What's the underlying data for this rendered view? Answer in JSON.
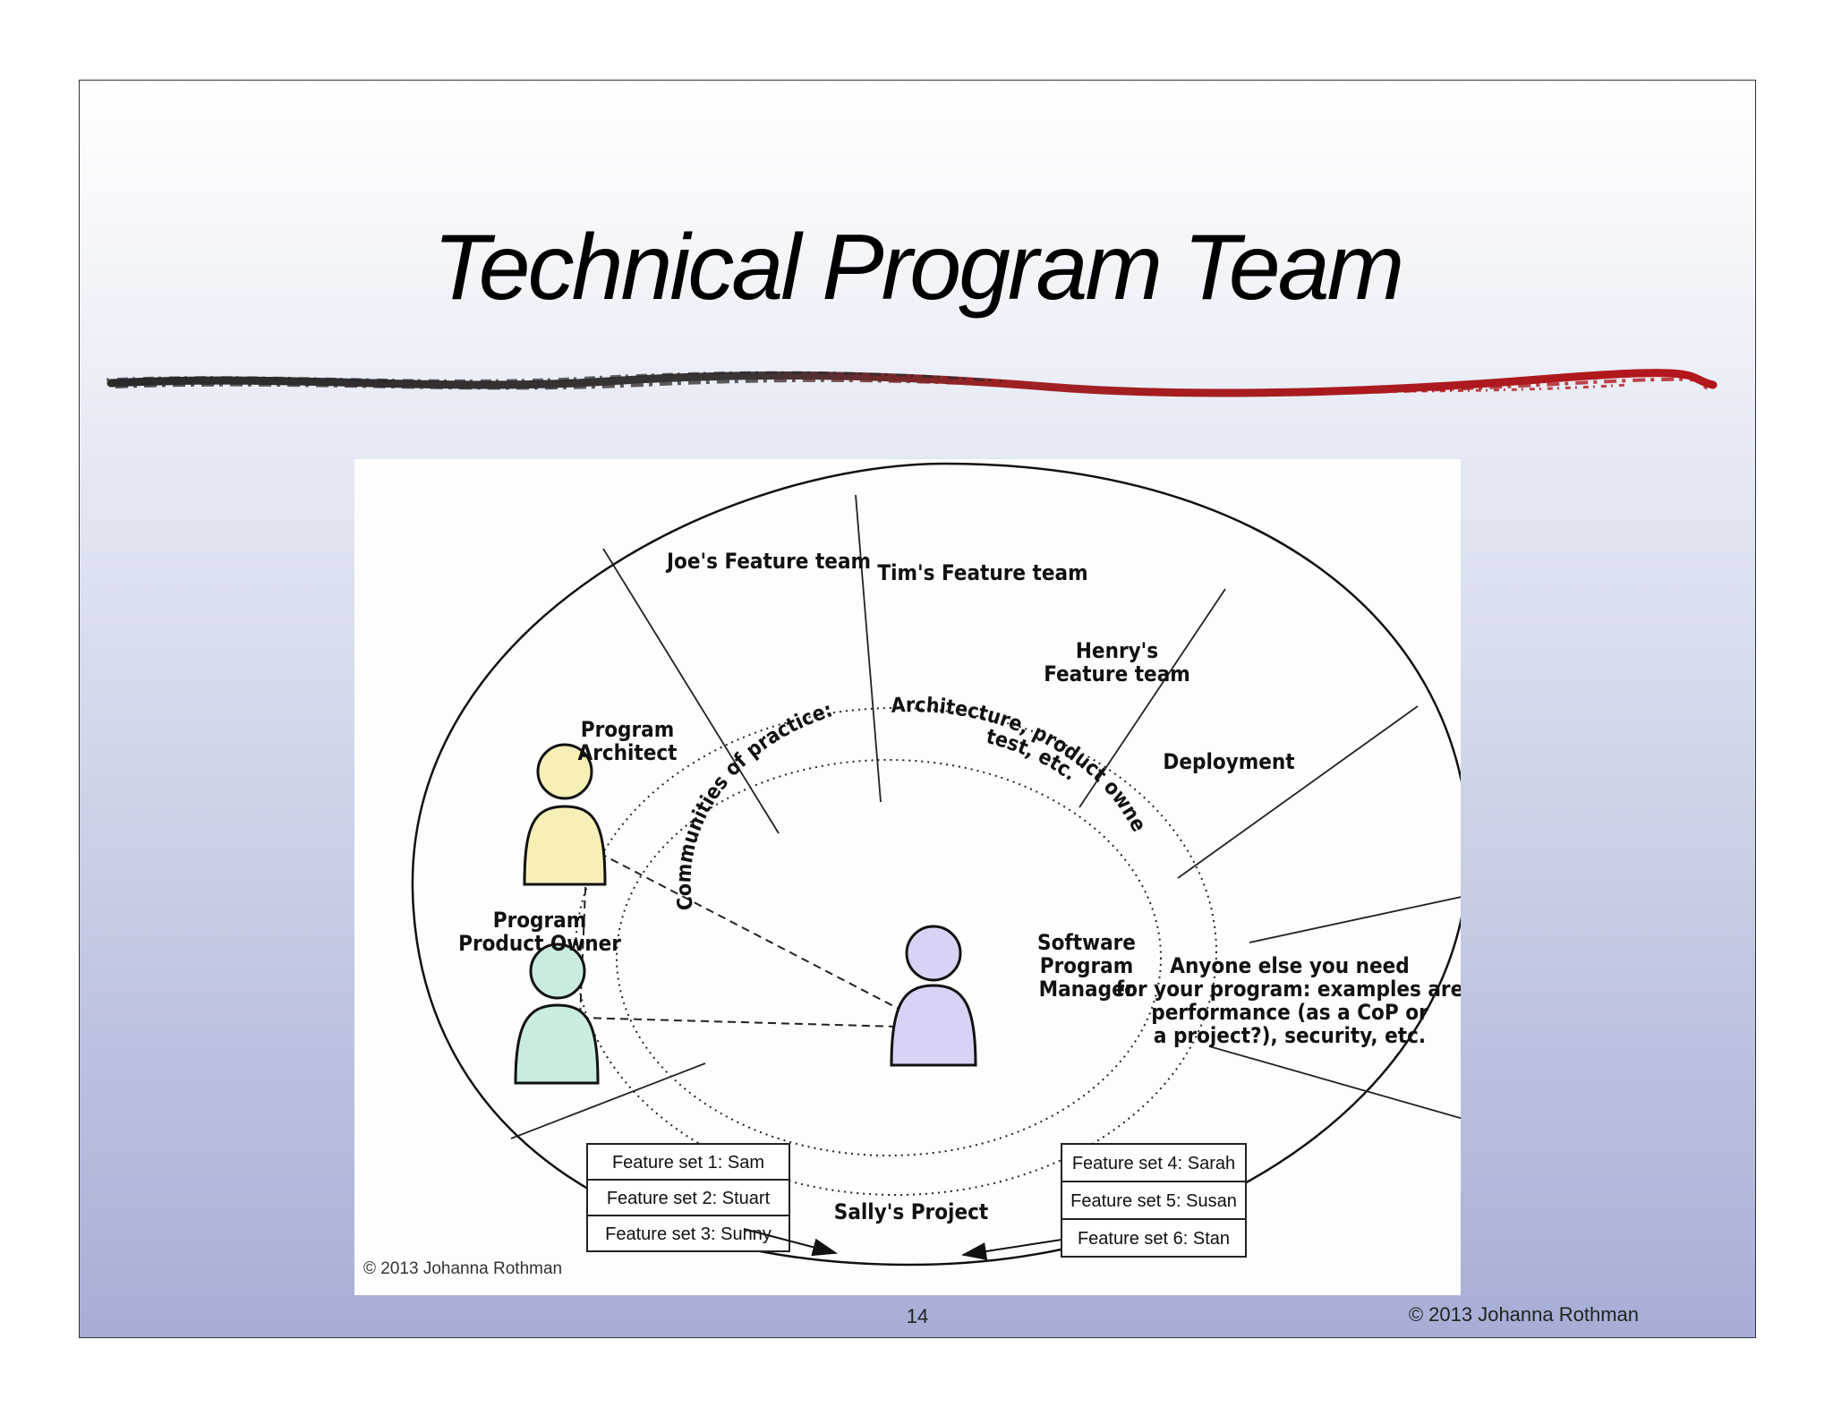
{
  "slide": {
    "title": "Technical Program Team",
    "page_number": "14",
    "footer_copyright": "© 2013 Johanna Rothman"
  },
  "diagram": {
    "wedges": {
      "joe": "Joe's Feature team",
      "tim": "Tim's Feature team",
      "henry_line1": "Henry's",
      "henry_line2": "Feature team",
      "deployment": "Deployment",
      "anyone_line1": "Anyone else you need",
      "anyone_line2": "for your program:  examples are",
      "anyone_line3": "performance (as a CoP or",
      "anyone_line4": "a project?), security, etc."
    },
    "roles": {
      "architect_line1": "Program",
      "architect_line2": "Architect",
      "product_owner_line1": "Program",
      "product_owner_line2": "Product Owner",
      "manager_line1": "Software",
      "manager_line2": "Program",
      "manager_line3": "Manager"
    },
    "communities": {
      "left": "Communities of practice:",
      "right": "Architecture, product owner,",
      "right2": "test, etc."
    },
    "feature_sets_left": [
      "Feature set 1: Sam",
      "Feature set 2: Stuart",
      "Feature set 3: Sunny"
    ],
    "feature_sets_right": [
      "Feature set 4: Sarah",
      "Feature set 5: Susan",
      "Feature set 6: Stan"
    ],
    "project": "Sally's Project",
    "copyright": "© 2013 Johanna Rothman",
    "colors": {
      "architect": "#f6efb6",
      "product_owner": "#c9ecdc",
      "manager": "#d8d3f4",
      "brush_dark": "#2a2a2a",
      "brush_red": "#b3161b"
    }
  }
}
